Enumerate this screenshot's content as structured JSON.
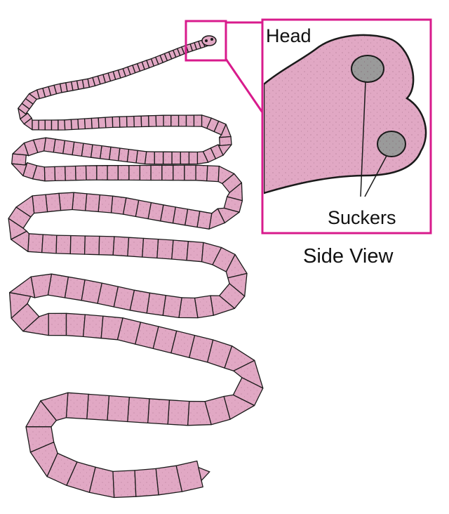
{
  "labels": {
    "head": "Head",
    "suckers": "Suckers",
    "view": "Side View"
  },
  "colors": {
    "body_fill": "#e1a8c4",
    "outline": "#1a1a1a",
    "highlight_box": "#d81b8c",
    "sucker_fill": "#9a9a9a",
    "background": "#ffffff"
  }
}
